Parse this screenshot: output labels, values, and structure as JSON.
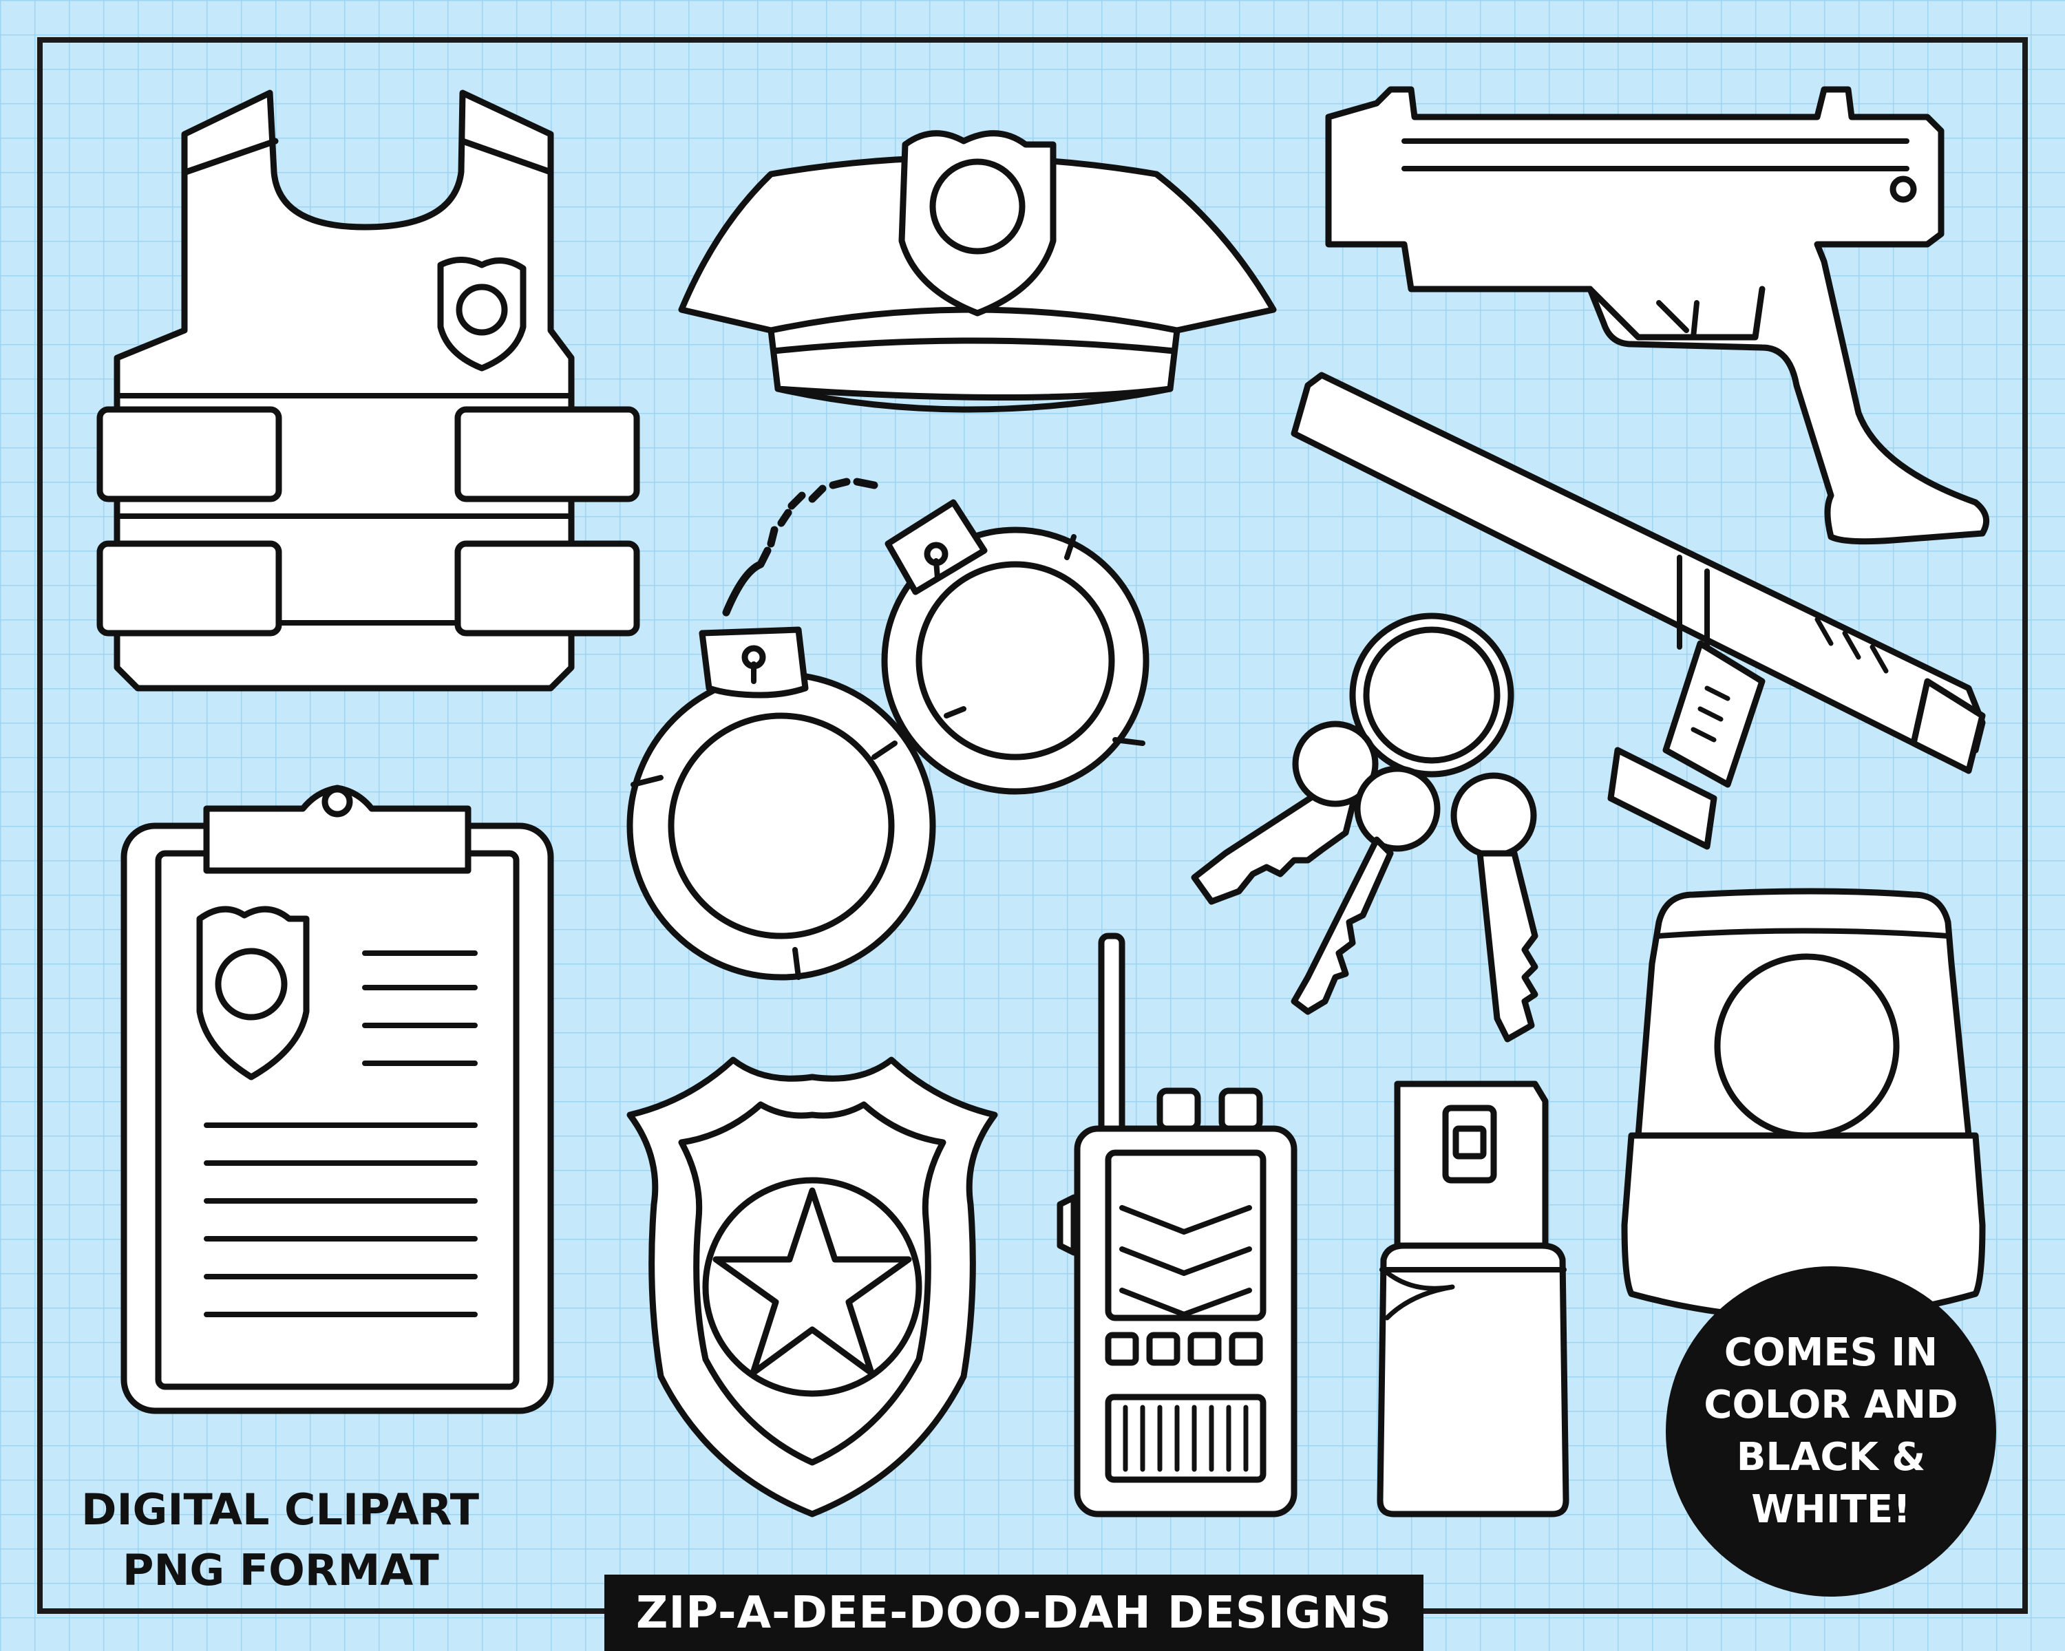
{
  "colors": {
    "background": "#c5e8fb",
    "grid": "#9fd3f2",
    "frame": "#1a1a1a",
    "ink": "#111111",
    "fill": "#ffffff"
  },
  "caption": {
    "line1": "DIGITAL CLIPART",
    "line2": "PNG FORMAT"
  },
  "badge": {
    "line1": "COMES IN",
    "line2": "COLOR AND",
    "line3": "BLACK &",
    "line4": "WHITE!"
  },
  "footer": {
    "label": "ZIP-A-DEE-DOO-DAH DESIGNS"
  },
  "items": [
    {
      "name": "vest-icon"
    },
    {
      "name": "police-hat-icon"
    },
    {
      "name": "pistol-icon"
    },
    {
      "name": "baton-icon"
    },
    {
      "name": "handcuffs-icon"
    },
    {
      "name": "keys-icon"
    },
    {
      "name": "clipboard-icon"
    },
    {
      "name": "badge-icon"
    },
    {
      "name": "radio-icon"
    },
    {
      "name": "pepper-spray-icon"
    },
    {
      "name": "siren-light-icon"
    }
  ]
}
